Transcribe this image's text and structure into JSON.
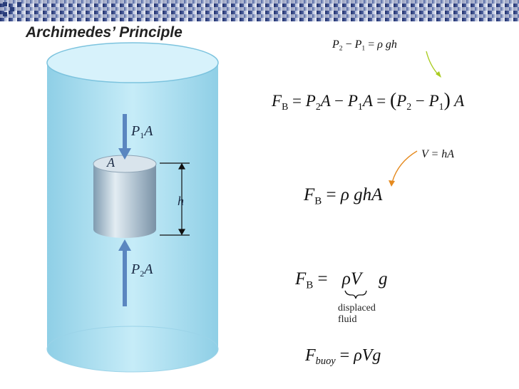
{
  "title": "Archimedes’ Principle",
  "figure": {
    "top_force": {
      "sym": "P",
      "sub": "1",
      "tail": "A"
    },
    "bottom_force": {
      "sym": "P",
      "sub": "2",
      "tail": "A"
    },
    "area_label": "A",
    "height_label": "h"
  },
  "equations": {
    "pressure_diff": {
      "p2": "P",
      "s2": "2",
      "minus": "−",
      "p1": "P",
      "s1": "1",
      "eq": "=",
      "rhs": "ρ gh"
    },
    "buoyant_force": {
      "f": "F",
      "fsub": "B",
      "eq": "=",
      "t1": "P",
      "t1s": "2",
      "a1": "A",
      "minus1": "−",
      "t2": "P",
      "t2s": "1",
      "a2": "A",
      "eq2": "=",
      "lp": "(",
      "t3": "P",
      "t3s": "2",
      "minus2": "−",
      "t4": "P",
      "t4s": "1",
      "rp": ")",
      "a3": "A"
    },
    "volume": "V = hA",
    "fb_rhogha": {
      "f": "F",
      "fsub": "B",
      "eq": "=",
      "rhs": "ρ ghA"
    },
    "fb_rhovg": {
      "f": "F",
      "fsub": "B",
      "eq": "=",
      "rho": "ρ",
      "v": "V",
      "g": "g"
    },
    "displaced_note": [
      "displaced",
      "fluid"
    ],
    "fbuoy": {
      "f": "F",
      "fsub": "buoy",
      "eq": "=",
      "rhs": "ρVg"
    }
  },
  "colors": {
    "accent_arrow": "#aacc22",
    "force_arrow": "#5a86c0",
    "fluid": "#a9dcef",
    "bar_dark": "#2a3d7a"
  }
}
